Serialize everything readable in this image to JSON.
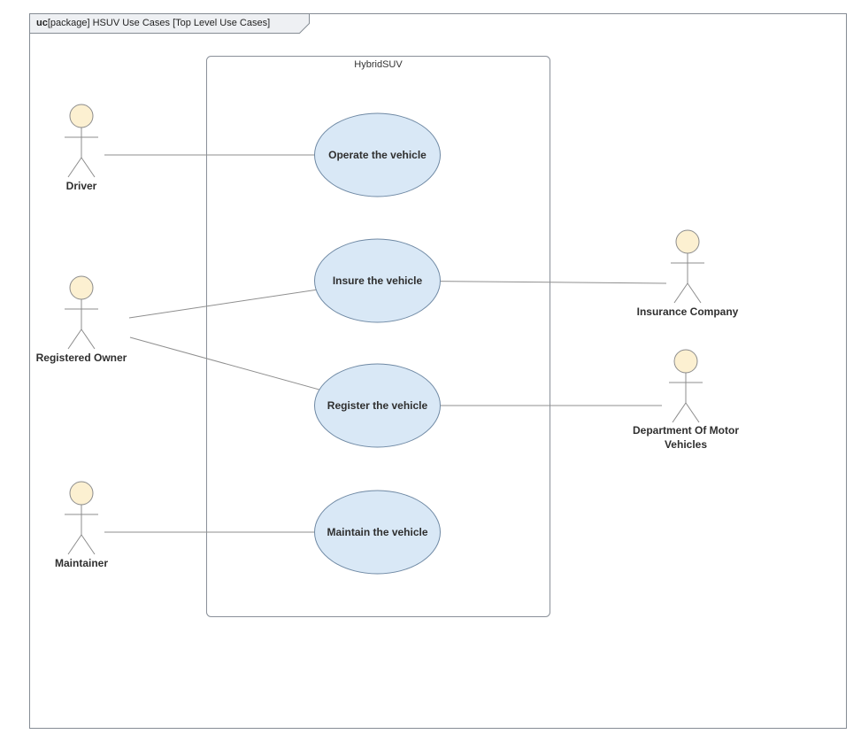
{
  "frame": {
    "keyword": "uc",
    "title": "[package] HSUV Use Cases [Top Level Use Cases]"
  },
  "system_boundary": {
    "label": "HybridSUV"
  },
  "use_cases": [
    {
      "id": "operate",
      "label": "Operate the vehicle"
    },
    {
      "id": "insure",
      "label": "Insure the vehicle"
    },
    {
      "id": "register",
      "label": "Register the vehicle"
    },
    {
      "id": "maintain",
      "label": "Maintain the vehicle"
    }
  ],
  "actors": [
    {
      "id": "driver",
      "label": "Driver"
    },
    {
      "id": "registered-owner",
      "label": "Registered Owner"
    },
    {
      "id": "maintainer",
      "label": "Maintainer"
    },
    {
      "id": "insurance-company",
      "label": "Insurance Company"
    },
    {
      "id": "dmv",
      "label": "Department Of Motor Vehicles"
    }
  ],
  "associations": [
    {
      "from": "Driver",
      "to": "Operate the vehicle"
    },
    {
      "from": "Registered Owner",
      "to": "Insure the vehicle"
    },
    {
      "from": "Registered Owner",
      "to": "Register the vehicle"
    },
    {
      "from": "Maintainer",
      "to": "Maintain the vehicle"
    },
    {
      "from": "Insure the vehicle",
      "to": "Insurance Company"
    },
    {
      "from": "Register the vehicle",
      "to": "Department Of Motor Vehicles"
    }
  ],
  "colors": {
    "usecase_fill": "#d9e8f6",
    "usecase_stroke": "#6f89a4",
    "actor_head_fill": "#fcf0d1",
    "actor_stroke": "#8c8c8c",
    "connector": "#8f8f8f",
    "frame_border": "#858c94",
    "tab_fill": "#eef0f3"
  }
}
